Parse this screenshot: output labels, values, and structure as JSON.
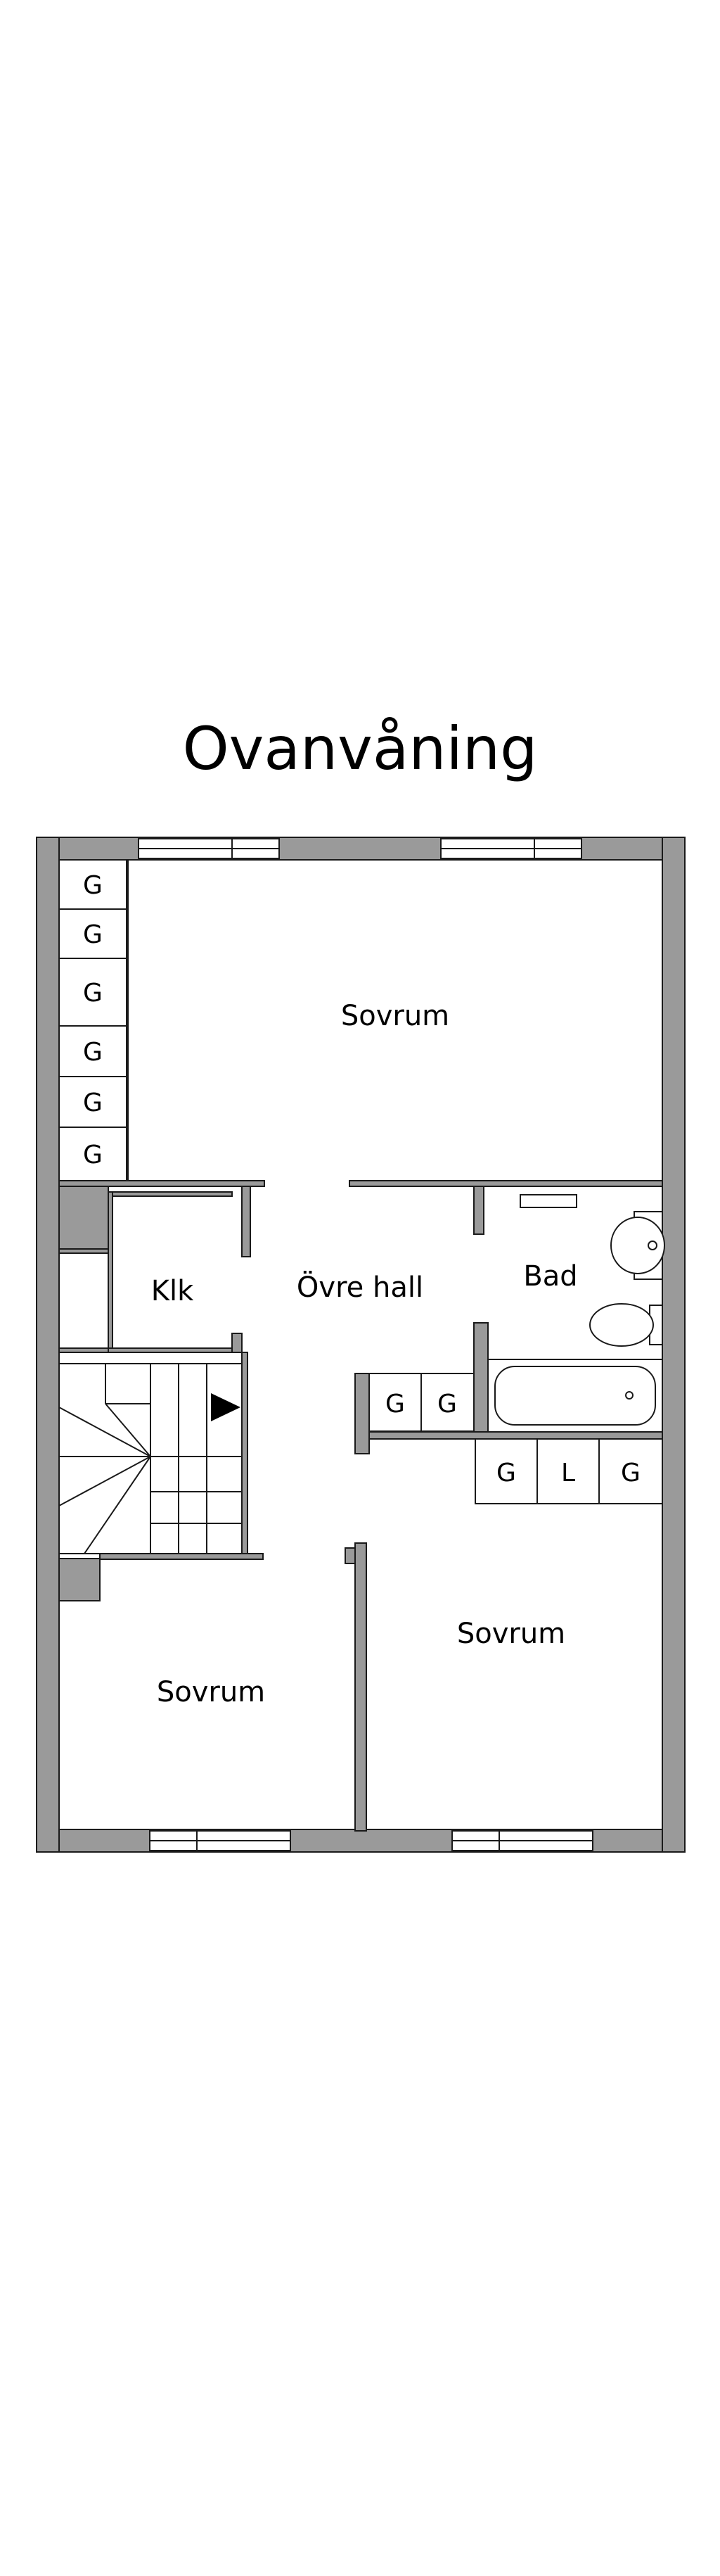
{
  "floor": {
    "title": "Ovanvåning"
  },
  "rooms": {
    "sovrum_top": "Sovrum",
    "ovre_hall": "Övre hall",
    "klk": "Klk",
    "bad": "Bad",
    "sovrum_left": "Sovrum",
    "sovrum_right": "Sovrum"
  },
  "storage": {
    "left_column": [
      "G",
      "G",
      "G",
      "G",
      "G",
      "G"
    ],
    "hall": [
      "G",
      "G"
    ],
    "bottom_right": [
      "G",
      "L",
      "G"
    ]
  },
  "colors": {
    "wall": "#9a9a9a",
    "line": "#1a1a1a",
    "background": "#ffffff"
  }
}
